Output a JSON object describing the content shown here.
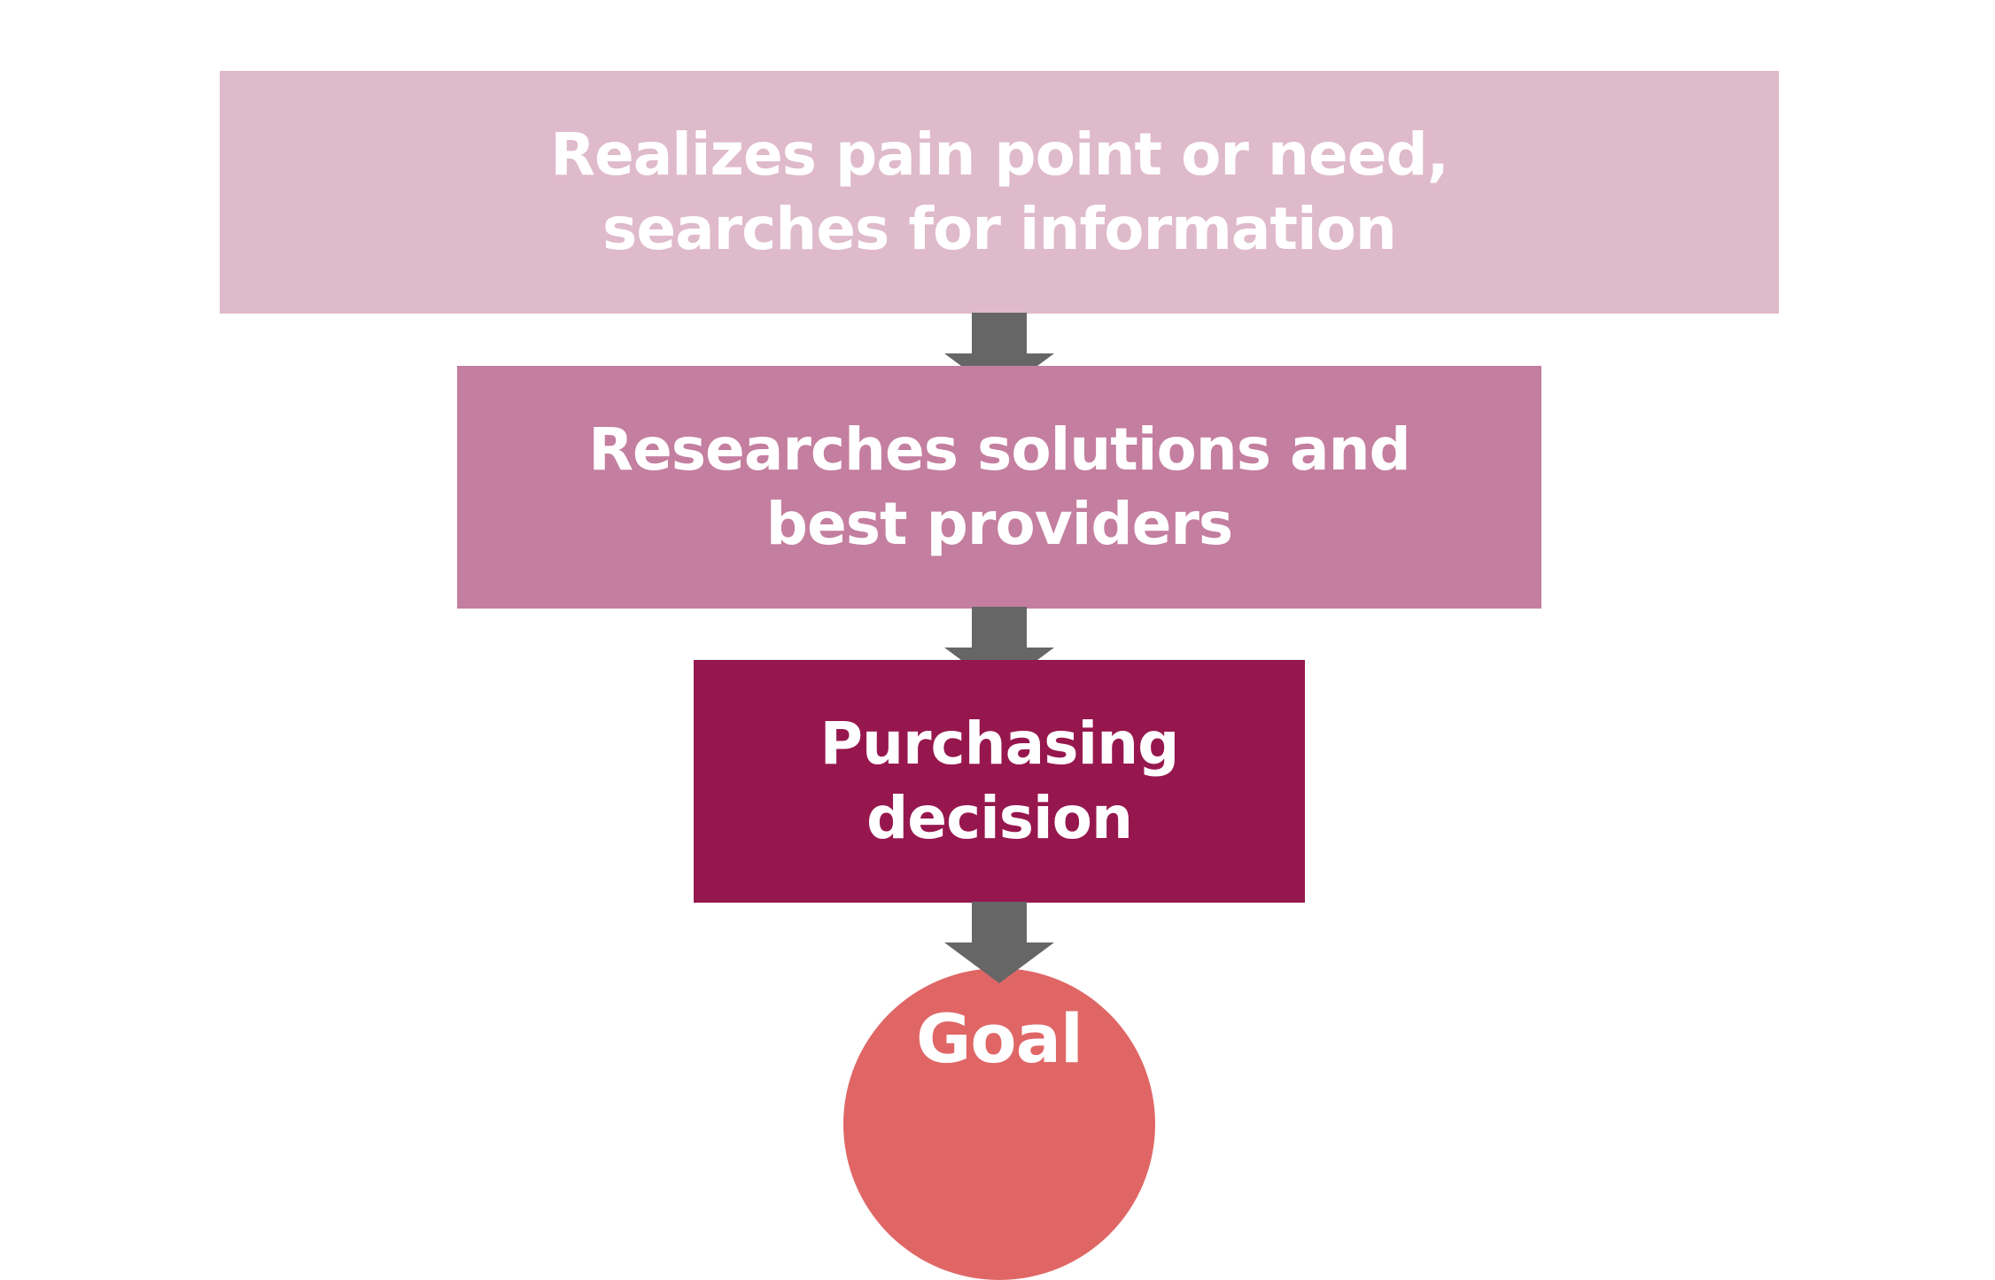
{
  "diagram": {
    "steps": [
      {
        "label": "Realizes pain point or need,\nsearches for information",
        "color": "#dfbacb"
      },
      {
        "label": "Researches solutions and\nbest providers",
        "color": "#c47e9f"
      },
      {
        "label": "Purchasing\ndecision",
        "color": "#96174e"
      }
    ],
    "goal": {
      "label": "Goal",
      "color": "#e06666"
    },
    "arrow_color": "#666666"
  }
}
